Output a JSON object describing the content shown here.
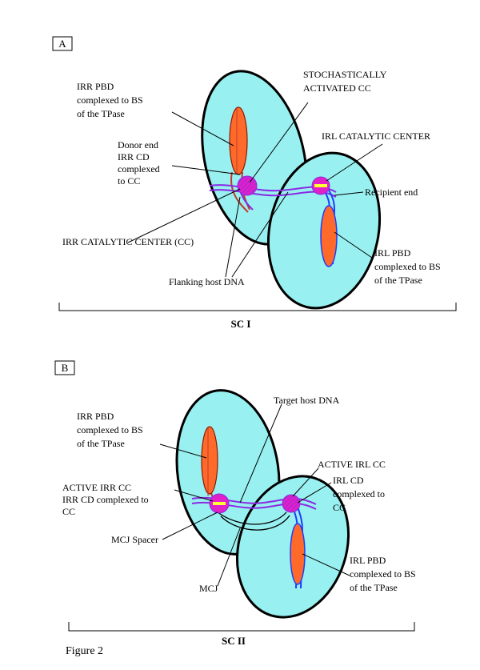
{
  "panels": [
    {
      "letter": "A",
      "caption": "SC I",
      "labels": {
        "irr_pbd": [
          "IRR PBD",
          "complexed to BS",
          "of the TPase"
        ],
        "stochastic": [
          "STOCHASTICALLY",
          "ACTIVATED CC"
        ],
        "donor_end": [
          "Donor end",
          "IRR CD",
          "complexed",
          "to CC"
        ],
        "irl_cc": [
          "IRL CATALYTIC CENTER"
        ],
        "recipient_end": [
          "Recipient end"
        ],
        "irr_cc": [
          "IRR CATALYTIC CENTER (CC)"
        ],
        "irl_pbd": [
          "IRL PBD",
          "complexed to BS",
          "of the TPase"
        ],
        "flanking": [
          "Flanking host DNA"
        ]
      }
    },
    {
      "letter": "B",
      "caption": "SC II",
      "labels": {
        "irr_pbd": [
          "IRR PBD",
          "complexed to BS",
          "of the TPase"
        ],
        "target": [
          "Target host DNA"
        ],
        "active_irl": [
          "ACTIVE IRL CC"
        ],
        "irl_cd": [
          "IRL CD",
          "complexed to",
          "CC"
        ],
        "active_irr": [
          "ACTIVE IRR CC",
          "IRR CD complexed to",
          "CC"
        ],
        "mcj_spacer": [
          "MCJ Spacer"
        ],
        "irl_pbd": [
          "IRL PBD",
          "complexed to BS",
          "of the TPase"
        ],
        "mcj": [
          "MCJ"
        ]
      }
    }
  ],
  "figure_label": "Figure 2",
  "colors": {
    "ellipse_fill": "#99f0f0",
    "pbd_fill": "#ff6a2a",
    "cc_fill": "#e020c8",
    "dna_purple": "#8a2be2",
    "dna_blue": "#1e3cff",
    "highlight": "#ffff33"
  }
}
